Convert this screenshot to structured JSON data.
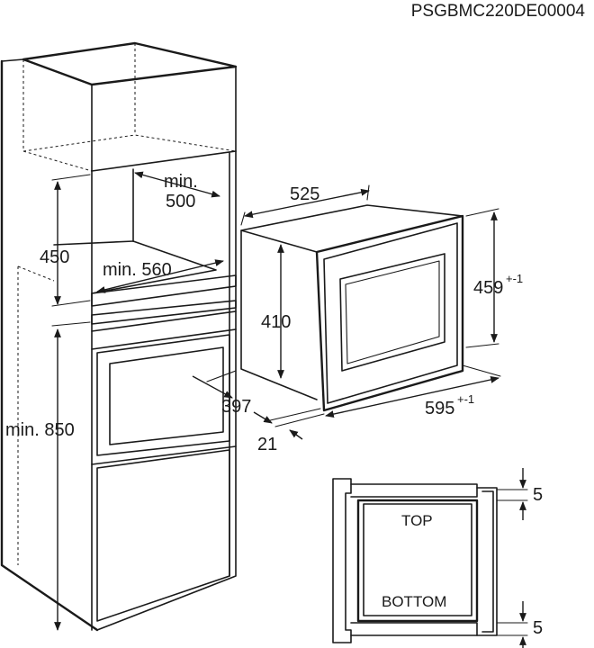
{
  "doc_code": "PSGBMC220DE00004",
  "niche": {
    "depth_min": "min. 500",
    "width_min": "min. 560",
    "height": "450",
    "floor_height_min": "min. 850"
  },
  "appliance": {
    "width": "525",
    "height_front": "459",
    "height_front_tol": "+-1",
    "depth_body": "410",
    "front_width": "595",
    "front_width_tol": "+-1",
    "body_depth": "397",
    "front_thickness": "21"
  },
  "side_detail": {
    "gap_top": "5",
    "gap_bottom": "5",
    "label_top": "TOP",
    "label_bottom": "BOTTOM"
  }
}
